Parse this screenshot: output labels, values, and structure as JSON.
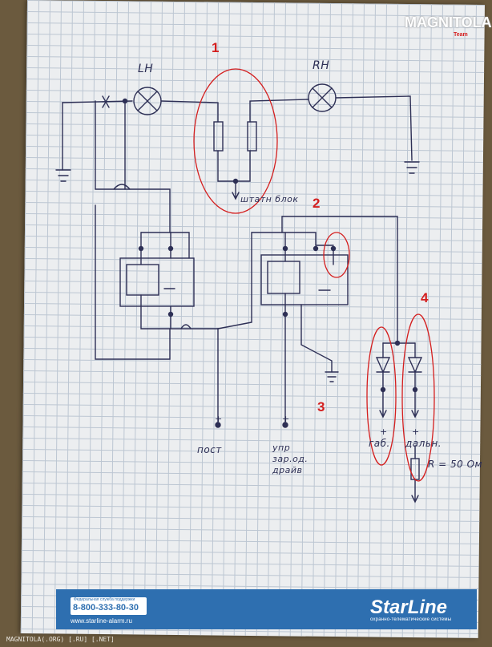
{
  "logo": {
    "main": "MAGNITOLA",
    "sub": "Team"
  },
  "labels": {
    "lh": "LH",
    "rh": "RH",
    "shtatn_blok": "штатн блок",
    "post": "пост",
    "upr_line1": "упр",
    "upr_line2": "зар.од.",
    "upr_line3": "драйв",
    "gab": "габ.",
    "daln": "дальн.",
    "resistor": "R = 50 Ом",
    "plus_gab": "+",
    "plus_daln": "+",
    "plus_post": "+",
    "plus_upr": "+"
  },
  "annotations": {
    "n1": "1",
    "n2": "2",
    "n3": "3",
    "n4": "4"
  },
  "footer": {
    "support_label": "Федеральная служба поддержки",
    "phone": "8-800-333-80-30",
    "website": "www.starline-alarm.ru",
    "brand": "StarLine",
    "tagline": "охранно-телематические системы"
  },
  "watermark": "MAGNITOLA(.ORG) [.RU] [.NET]",
  "colors": {
    "ink": "#2d2f55",
    "annotation": "#d41e1e",
    "footer": "#2e6fb0"
  }
}
